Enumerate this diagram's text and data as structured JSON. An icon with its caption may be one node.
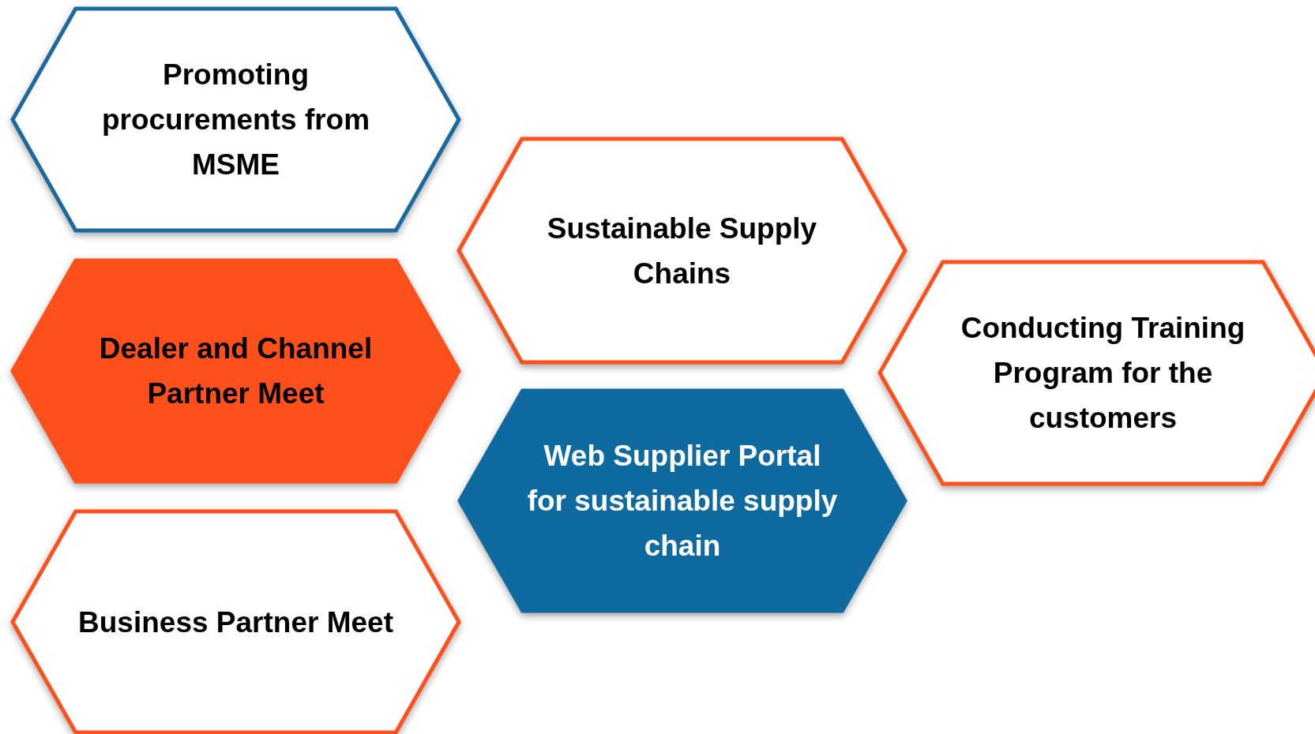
{
  "diagram": {
    "nodes": [
      {
        "text": [
          "Promoting procurements from MSME"
        ]
      },
      {
        "text": [
          "Dealer and Channel Partner Meet"
        ]
      },
      {
        "text": [
          "Business Partner Meet"
        ]
      },
      {
        "text": [
          "Sustainable Supply Chains"
        ]
      },
      {
        "text": [
          "Web Supplier Portal for sustainable supply chain"
        ]
      },
      {
        "text": [
          "Conducting Training Program for the customers"
        ]
      }
    ],
    "edges": []
  }
}
